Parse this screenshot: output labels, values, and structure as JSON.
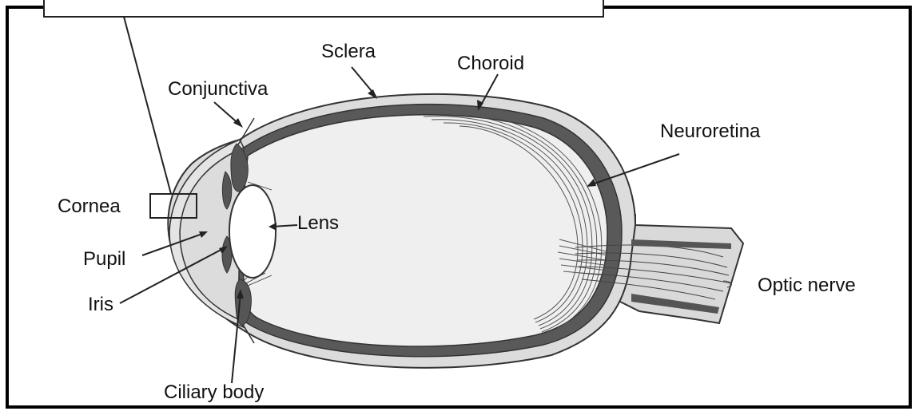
{
  "diagram": {
    "labels": {
      "sclera": "Sclera",
      "choroid": "Choroid",
      "conjunctiva": "Conjunctiva",
      "neuroretina": "Neuroretina",
      "cornea": "Cornea",
      "lens": "Lens",
      "pupil": "Pupil",
      "iris": "Iris",
      "optic_nerve": "Optic nerve",
      "ciliary_body": "Ciliary body"
    },
    "colors": {
      "sclera": "#dcdcdc",
      "choroid": "#555555",
      "vitreous": "#efefef",
      "outline": "#333333"
    }
  }
}
